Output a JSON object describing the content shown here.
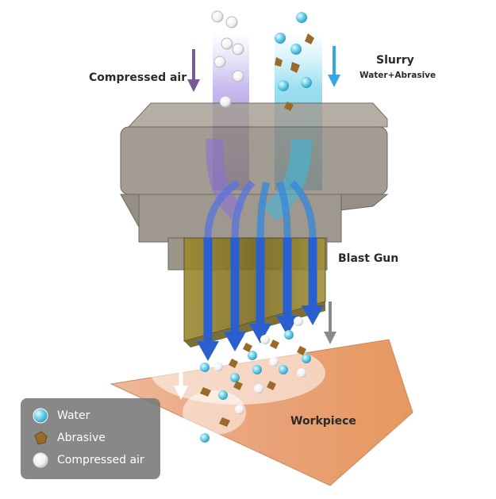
{
  "labels": {
    "compressed_air": "Compressed air",
    "slurry": "Slurry",
    "slurry_sub": "Water+Abrasive",
    "blast_gun": "Blast Gun",
    "workpiece": "Workpiece"
  },
  "legend": {
    "items": [
      {
        "label": "Water",
        "icon": "water-droplet-icon",
        "color": "#6fd0e8"
      },
      {
        "label": "Abrasive",
        "icon": "abrasive-particle-icon",
        "color": "#9a6a2a"
      },
      {
        "label": "Compressed air",
        "icon": "air-bubble-icon",
        "color": "#f2f2f2"
      }
    ]
  },
  "colors": {
    "air_stream": "#8a6fd8",
    "slurry_stream": "#3ab9e0",
    "flow_arrows": "#2a5fd0",
    "gun_body": "#8a8276",
    "nozzle": "#8a7a2a",
    "workpiece": "#e6a078",
    "air_arrow": "#7a5a96",
    "slurry_arrow": "#3aa8e0",
    "exhaust_arrow": "#8a8a8a"
  }
}
